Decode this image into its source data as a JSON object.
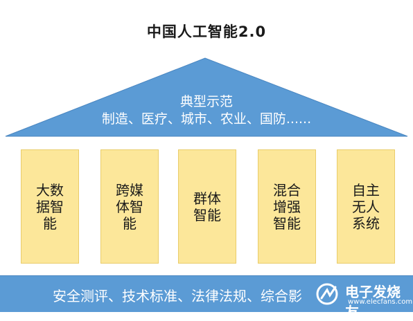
{
  "title": "中国人工智能2.0",
  "roof": {
    "line1": "典型示范",
    "line2": "制造、医疗、城市、农业、国防......"
  },
  "pillars": [
    {
      "lines": [
        "大数",
        "据智",
        "能"
      ]
    },
    {
      "lines": [
        "跨媒",
        "体智",
        "能"
      ]
    },
    {
      "lines": [
        "群体",
        "智能"
      ]
    },
    {
      "lines": [
        "混合",
        "增强",
        "智能"
      ]
    },
    {
      "lines": [
        "自主",
        "无人",
        "系统"
      ]
    }
  ],
  "base": {
    "text": "安全测评、技术标准、法律法规、综合影"
  },
  "watermark": {
    "name": "电子发烧友",
    "url": "www.elecfans.com"
  },
  "colors": {
    "roof": "#5b9bd5",
    "pillar": "#fce79a",
    "base": "#5b9bd5"
  }
}
